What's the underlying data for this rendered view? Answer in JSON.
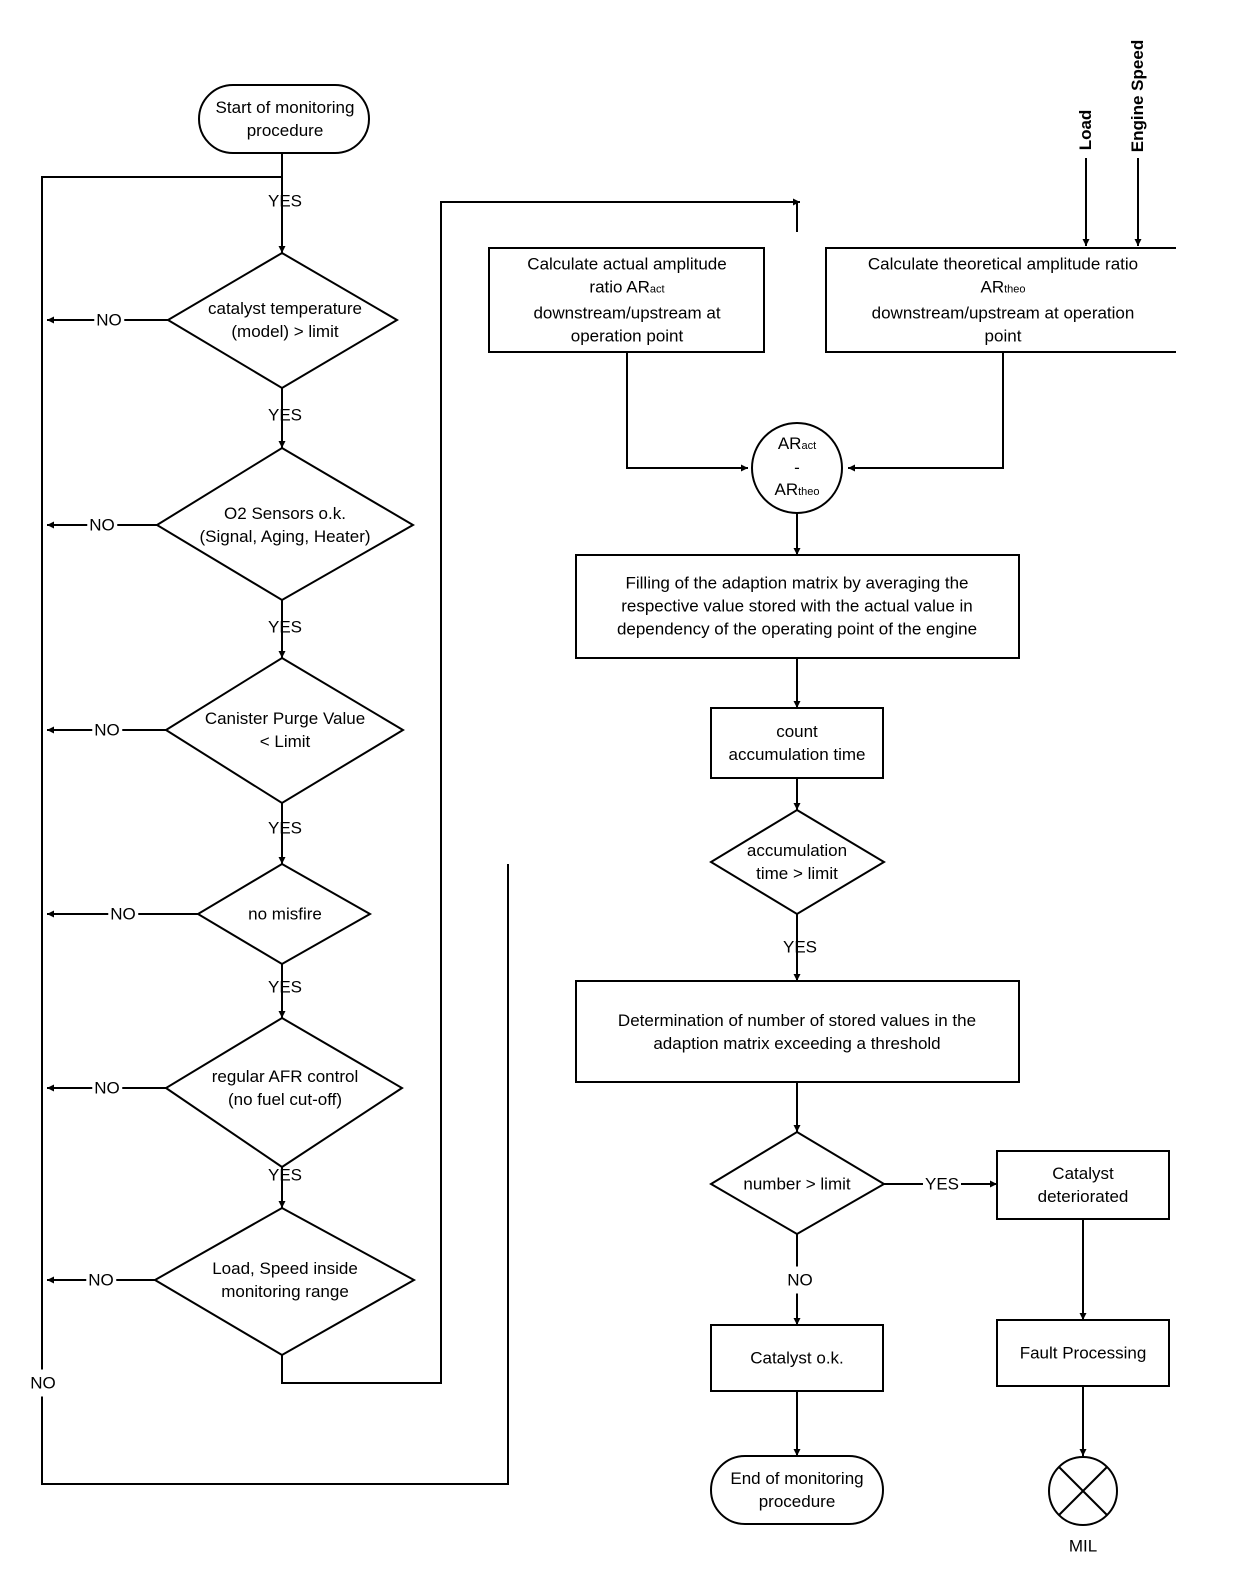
{
  "labels": {
    "yes": "YES",
    "no": "NO"
  },
  "inputs": {
    "load": "Load",
    "engine_speed": "Engine Speed"
  },
  "left_chain": {
    "start": [
      "Start of monitoring",
      "procedure"
    ],
    "catalyst_temperature": [
      "catalyst temperature",
      "(model) > limit"
    ],
    "o2_sensors": [
      "O2 Sensors o.k.",
      "(Signal, Aging, Heater)"
    ],
    "canister_purge": [
      "Canister Purge Value",
      "< Limit"
    ],
    "misfire": [
      "no misfire"
    ],
    "afr_control": [
      "regular AFR control",
      "(no fuel cut-off)"
    ],
    "load_speed": [
      "Load, Speed inside",
      "monitoring range"
    ]
  },
  "right_chain": {
    "calc_actual": {
      "line1": "Calculate actual amplitude",
      "line2_text": "ratio AR",
      "line2_sub": "act",
      "line3": "downstream/upstream at",
      "line4": "operation point"
    },
    "calc_theoretical": {
      "line1": "Calculate theoretical amplitude ratio",
      "line2_text": "AR",
      "line2_sub": "theo",
      "line3": "downstream/upstream at operation",
      "line4": "point"
    },
    "difference": {
      "top_text": "AR",
      "top_sub": "act",
      "minus": "-",
      "bottom_text": "AR",
      "bottom_sub": "theo"
    },
    "filling": [
      "Filling of the adaption matrix by averaging the",
      "respective value stored with the actual value in",
      "dependency of the operating point of the engine"
    ],
    "count_time": [
      "count",
      "accumulation time"
    ],
    "accumulation_check": [
      "accumulation",
      "time > limit"
    ],
    "determination": [
      "Determination of number of stored values in the",
      "adaption matrix exceeding a threshold"
    ],
    "number_check": [
      "number > limit"
    ],
    "catalyst_deteriorated": [
      "Catalyst",
      "deteriorated"
    ],
    "catalyst_ok": [
      "Catalyst o.k."
    ],
    "fault_processing": [
      "Fault Processing"
    ],
    "end": [
      "End of monitoring",
      "procedure"
    ],
    "mil": "MIL"
  }
}
